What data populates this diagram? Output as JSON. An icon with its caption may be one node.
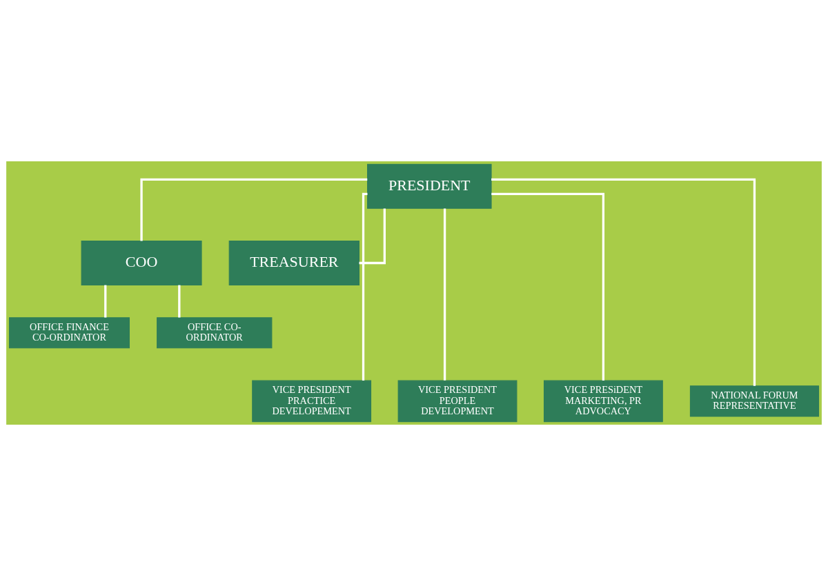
{
  "diagram": {
    "nodes": [
      {
        "text": [
          "PRESIDENT"
        ]
      },
      {
        "text": [
          "COO"
        ]
      },
      {
        "text": [
          "TREASURER"
        ]
      },
      {
        "text": [
          "OFFICE FINANCE CO-ORDINATOR"
        ]
      },
      {
        "text": [
          "OFFICE CO-ORDINATOR"
        ]
      },
      {
        "text": [
          "VICE PRESIDENT PRACTICE DEVELOPEMENT"
        ]
      },
      {
        "text": [
          "VICE PRESIDENT PEOPLE DEVELOPMENT"
        ]
      },
      {
        "text": [
          "VICE PRESiDENT MARKETING, PR ADVOCACY"
        ]
      },
      {
        "text": [
          "NATIONAL FORUM REPRESENTATIVE"
        ]
      }
    ],
    "edges": [
      {
        "from": 0,
        "to": 1,
        "arrow": "none"
      },
      {
        "from": 0,
        "to": 2,
        "arrow": "none"
      },
      {
        "from": 1,
        "to": 3,
        "arrow": "none"
      },
      {
        "from": 1,
        "to": 4,
        "arrow": "none"
      },
      {
        "from": 0,
        "to": 5,
        "arrow": "none"
      },
      {
        "from": 0,
        "to": 6,
        "arrow": "none"
      },
      {
        "from": 0,
        "to": 7,
        "arrow": "none"
      },
      {
        "from": 0,
        "to": 8,
        "arrow": "none"
      }
    ]
  }
}
